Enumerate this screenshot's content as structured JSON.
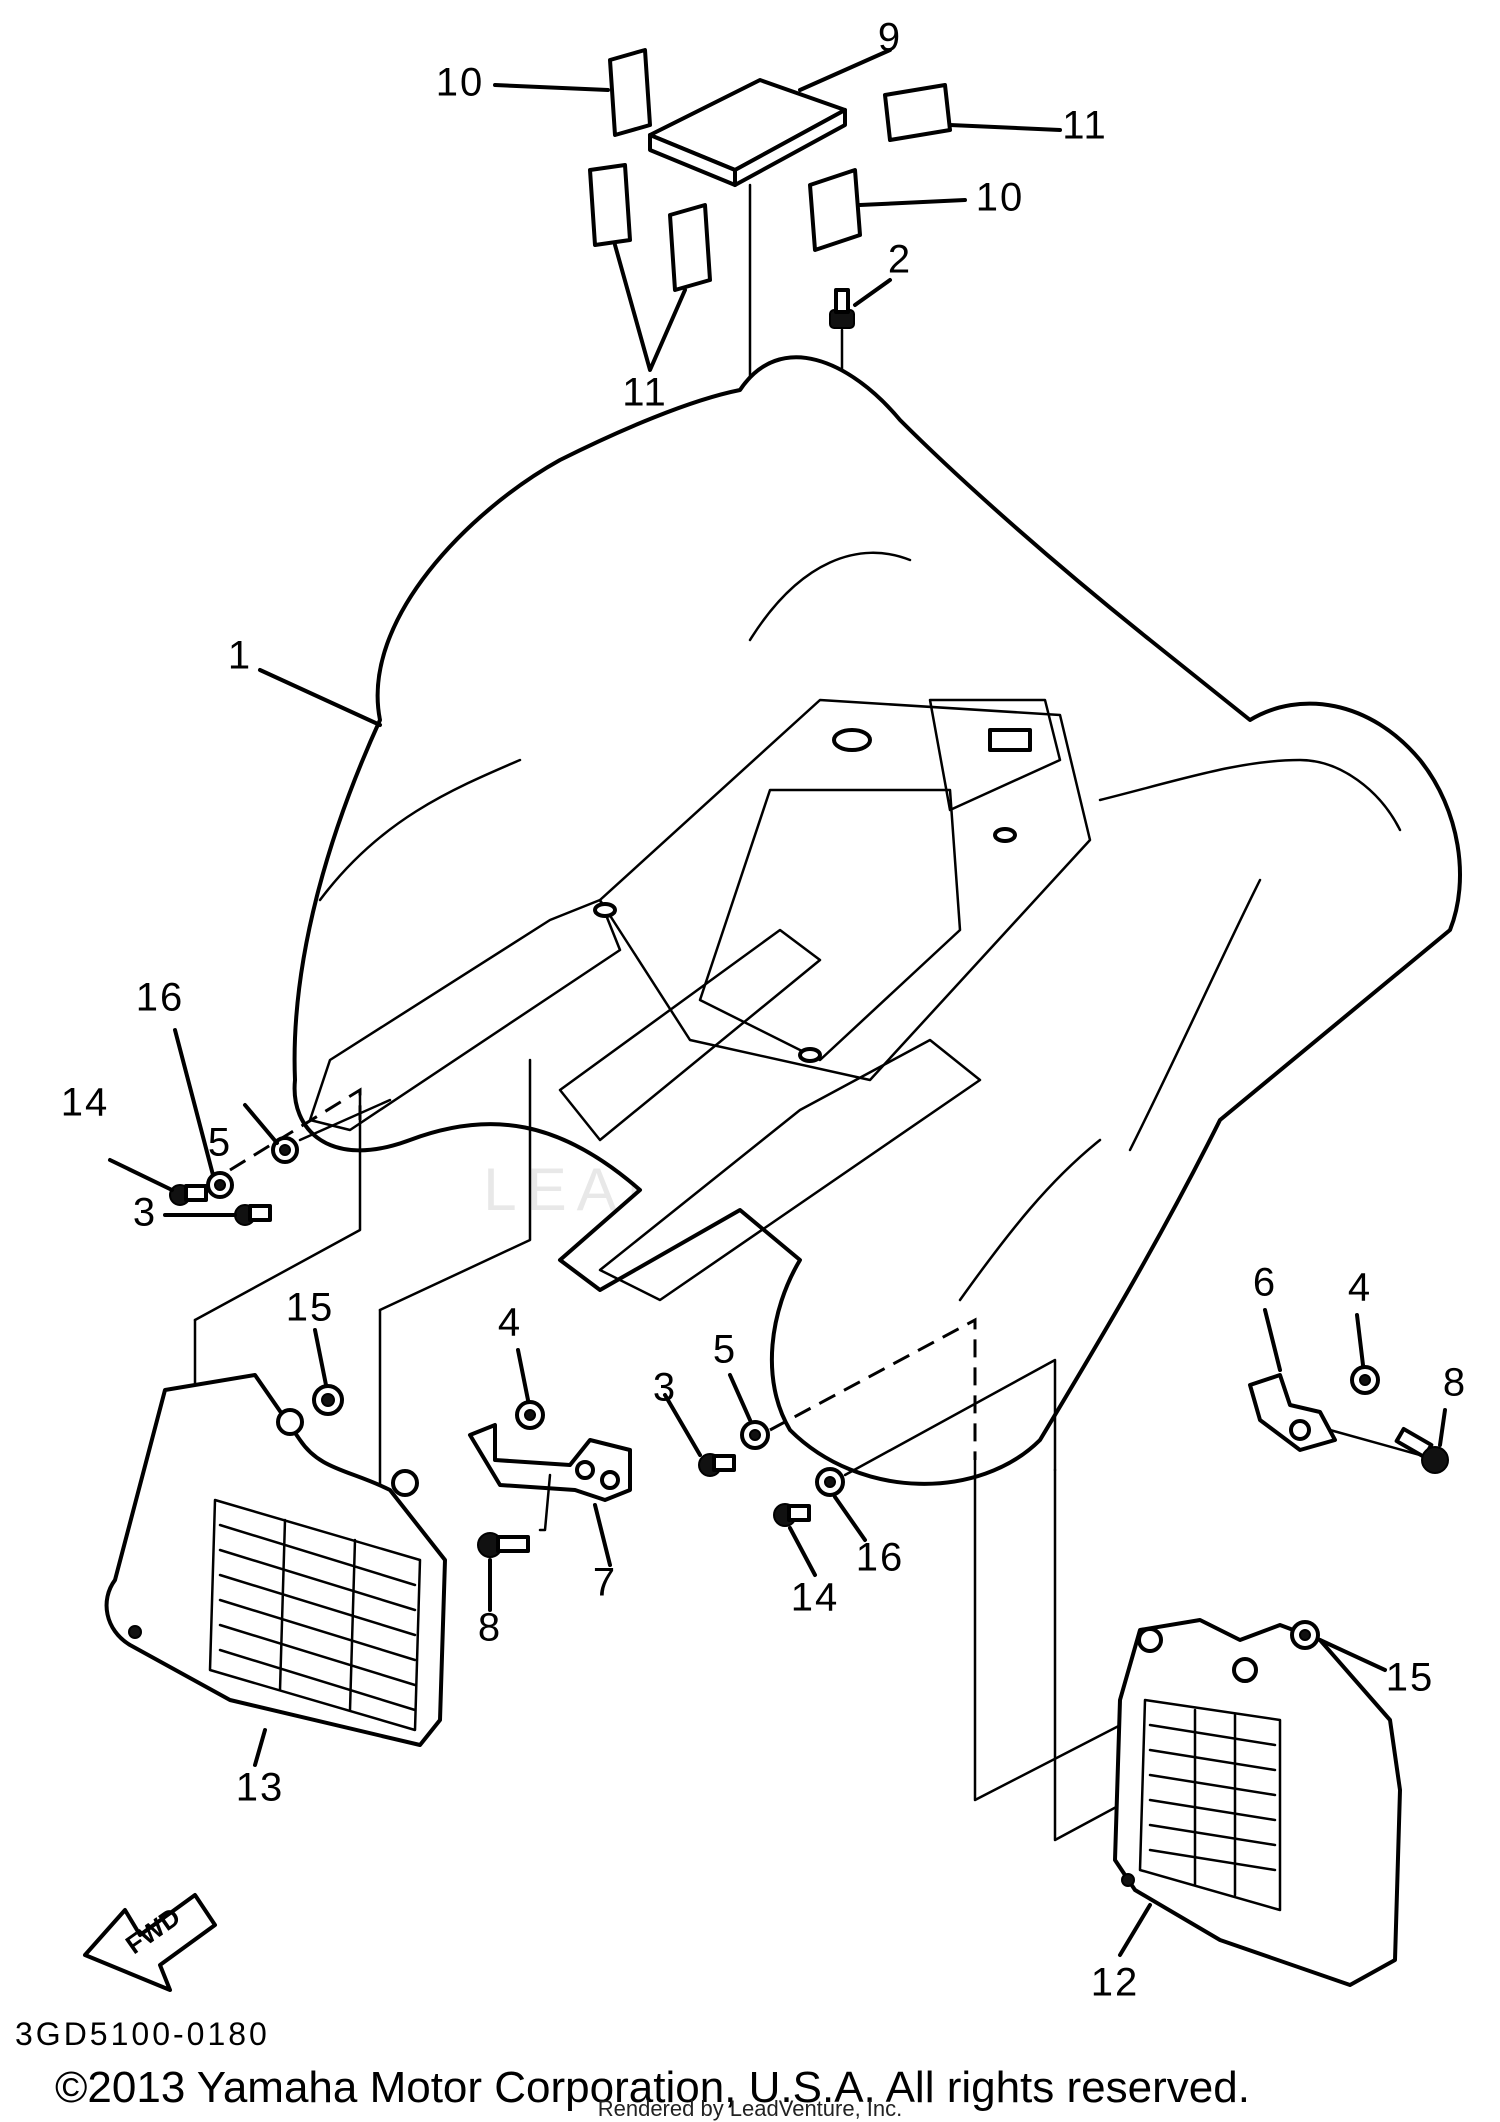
{
  "diagram": {
    "callouts": [
      {
        "id": "c1",
        "label": "1"
      },
      {
        "id": "c2",
        "label": "2"
      },
      {
        "id": "c3a",
        "label": "3"
      },
      {
        "id": "c3b",
        "label": "3"
      },
      {
        "id": "c4a",
        "label": "4"
      },
      {
        "id": "c4b",
        "label": "4"
      },
      {
        "id": "c5a",
        "label": "5"
      },
      {
        "id": "c5b",
        "label": "5"
      },
      {
        "id": "c6",
        "label": "6"
      },
      {
        "id": "c7",
        "label": "7"
      },
      {
        "id": "c8a",
        "label": "8"
      },
      {
        "id": "c8b",
        "label": "8"
      },
      {
        "id": "c9",
        "label": "9"
      },
      {
        "id": "c10a",
        "label": "10"
      },
      {
        "id": "c10b",
        "label": "10"
      },
      {
        "id": "c11a",
        "label": "11"
      },
      {
        "id": "c11b",
        "label": "11"
      },
      {
        "id": "c12",
        "label": "12"
      },
      {
        "id": "c13",
        "label": "13"
      },
      {
        "id": "c14a",
        "label": "14"
      },
      {
        "id": "c14b",
        "label": "14"
      },
      {
        "id": "c15a",
        "label": "15"
      },
      {
        "id": "c15b",
        "label": "15"
      },
      {
        "id": "c16a",
        "label": "16"
      },
      {
        "id": "c16b",
        "label": "16"
      }
    ],
    "fwd_label": "FWD",
    "diagram_code": "3GD5100-0180",
    "watermark": "LEADVENTURE"
  },
  "footer": {
    "copyright": "©2013 Yamaha Motor Corporation, U.S.A. All rights reserved.",
    "rendered_by": "Rendered by LeadVenture, Inc."
  }
}
